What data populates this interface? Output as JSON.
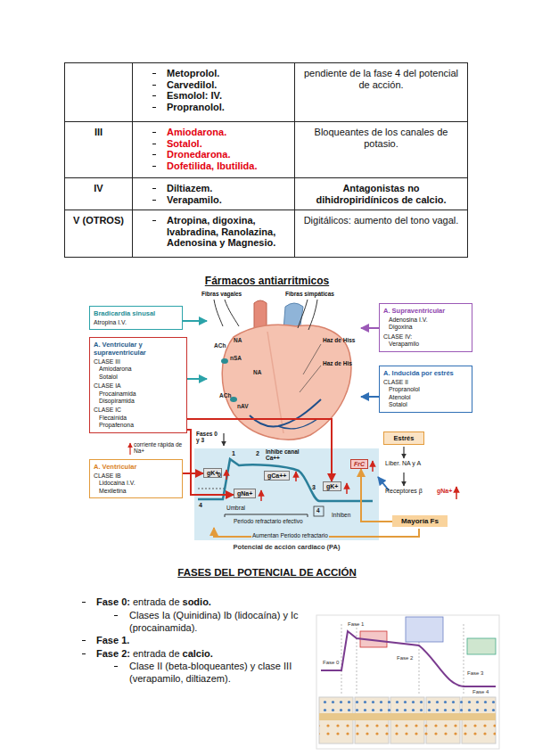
{
  "diagram": {
    "title": "Fármacos antiarritmicos",
    "nodes": [
      {
        "text": [
          "Bradicardia sinusal",
          "Atropina I.V."
        ]
      },
      {
        "text": [
          "ACh",
          "NA",
          "nSA",
          "ACh",
          "NA",
          "nAV"
        ]
      },
      {
        "text": [
          "A. Supraventricular",
          "Adenosina I.V.",
          "Digoxina",
          "CLASE IV:",
          "Verapamilo"
        ]
      },
      {
        "text": [
          "A. Ventricular y supraventricular",
          "CLASE III",
          "Amiodarona",
          "Sotalol",
          "CLASE IA",
          "Procainamida",
          "Disopiramida",
          "CLASE IC",
          "Flecainida",
          "Propafenona"
        ]
      },
      {
        "text": [
          "A. Inducida por estrés",
          "CLASE II",
          "Propranolol",
          "Atenolol",
          "Sotalol"
        ]
      },
      {
        "text": [
          "Estrés"
        ]
      },
      {
        "text": [
          "A. Ventricular",
          "CLASE IB",
          "Lidocaina I.V.",
          "Mexiletina"
        ]
      },
      {
        "text": [
          "Potencial de acción cardiaco (PA)"
        ]
      },
      {
        "text": [
          "gK+"
        ],
        "in": 7
      },
      {
        "text": [
          "gNa+"
        ],
        "in": 7
      },
      {
        "text": [
          "gCa++"
        ],
        "in": 7
      },
      {
        "text": [
          "gK+"
        ],
        "in": 7
      },
      {
        "text": [
          "FrC"
        ],
        "in": 7
      },
      {
        "text": [
          "Mayoría Fs"
        ]
      }
    ],
    "edges": [
      {
        "from": 0,
        "to": 1,
        "arrow": "to"
      },
      {
        "from": 3,
        "to": 1,
        "arrow": "to"
      },
      {
        "from": 2,
        "to": 1,
        "arrow": "to"
      },
      {
        "from": 4,
        "to": 1,
        "arrow": "to"
      },
      {
        "from": 3,
        "to": 9,
        "arrow": "to"
      },
      {
        "from": 3,
        "to": 11,
        "arrow": "to"
      },
      {
        "from": 6,
        "to": 8,
        "arrow": "to"
      },
      {
        "from": 13,
        "to": 12,
        "arrow": "to"
      }
    ],
    "labels": [
      "Metoprolol.",
      "Carvedilol.",
      "Esmolol: IV.",
      "Propranolol.",
      "pendiente de la fase 4 del potencial de acción.",
      "III",
      "Amiodarona.",
      "Sotalol.",
      "Dronedarona.",
      "Dofetilida, Ibutilida.",
      "Bloqueantes de los canales de potasio.",
      "IV",
      "Diltiazem.",
      "Verapamilo.",
      "Antagonistas no dihidropiridínicos de calcio.",
      "V (OTROS)",
      "Atropina, digoxina, Ivabradina, Ranolazina, Adenosina y Magnesio.",
      "Digitálicos: aumento del tono vagal.",
      "Fibras vagales",
      "Fibras simpáticas",
      "Haz de Hiss",
      "Haz de His",
      "Fases 0 y 3",
      "corriente rápida de Na+",
      "Inhibe canal Ca++",
      "Liber. NA y A",
      "Receptores β",
      "gNa+",
      "Inhiben",
      "Aumentan Periodo refractario",
      "Umbral",
      "Periodo refractario efectivo",
      "1",
      "2",
      "0",
      "3",
      "4",
      "4",
      "FASES DEL POTENCIAL DE ACCIÓN",
      "Fase 0:",
      "entrada de",
      "sodio.",
      "Clases Ia (Quinidina) Ib (lidocaína) y Ic (procainamida).",
      "Fase 1.",
      "Fase 2:",
      "entrada de",
      "calcio.",
      "Clase II (beta-bloqueantes) y clase III (verapamilo, diltiazem).",
      "Fase 1",
      "Fase 0",
      "Fase 2",
      "Fase 3",
      "Fase 4"
    ]
  }
}
